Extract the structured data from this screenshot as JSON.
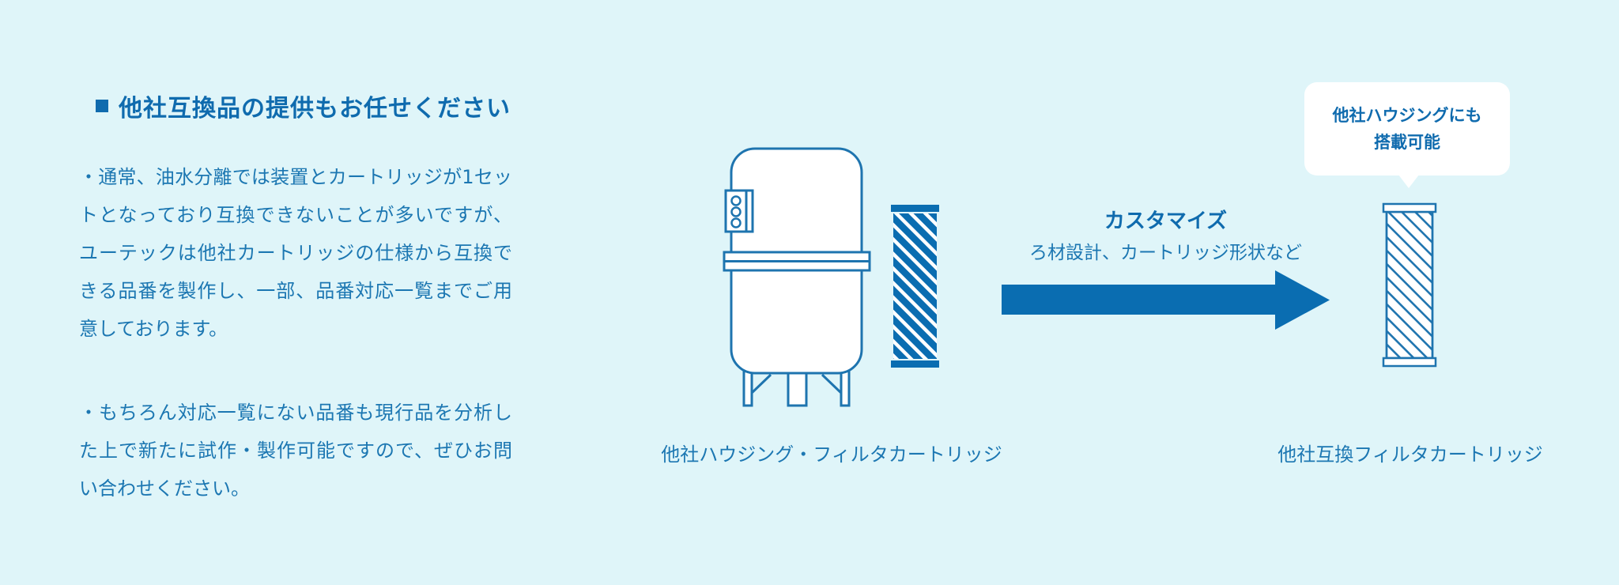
{
  "theme": {
    "background": "#dff5f9",
    "text_blue": "#1c77b2",
    "heading_blue": "#0f6bae",
    "solid_blue": "#0a6db1",
    "outline_blue": "#1e74af",
    "bubble_background": "#ffffff"
  },
  "section": {
    "heading": "他社互換品の提供もお任せください",
    "paragraph1": "・通常、油水分離では装置とカートリッジが1セットとなっており互換できないことが多いですが、ユーテックは他社カートリッジの仕様から互換できる品番を製作し、一部、品番対応一覧までご用意しております。",
    "paragraph2": "・もちろん対応一覧にない品番も現行品を分析した上で新たに試作・製作可能ですので、ぜひお問い合わせください。"
  },
  "diagram": {
    "source_caption": "他社ハウジング・フィルタカートリッジ",
    "result_caption": "他社互換フィルタカートリッジ",
    "arrow_title": "カスタマイズ",
    "arrow_subtitle": "ろ材設計、カートリッジ形状など",
    "bubble_text": "他社ハウジングにも\n搭載可能"
  }
}
